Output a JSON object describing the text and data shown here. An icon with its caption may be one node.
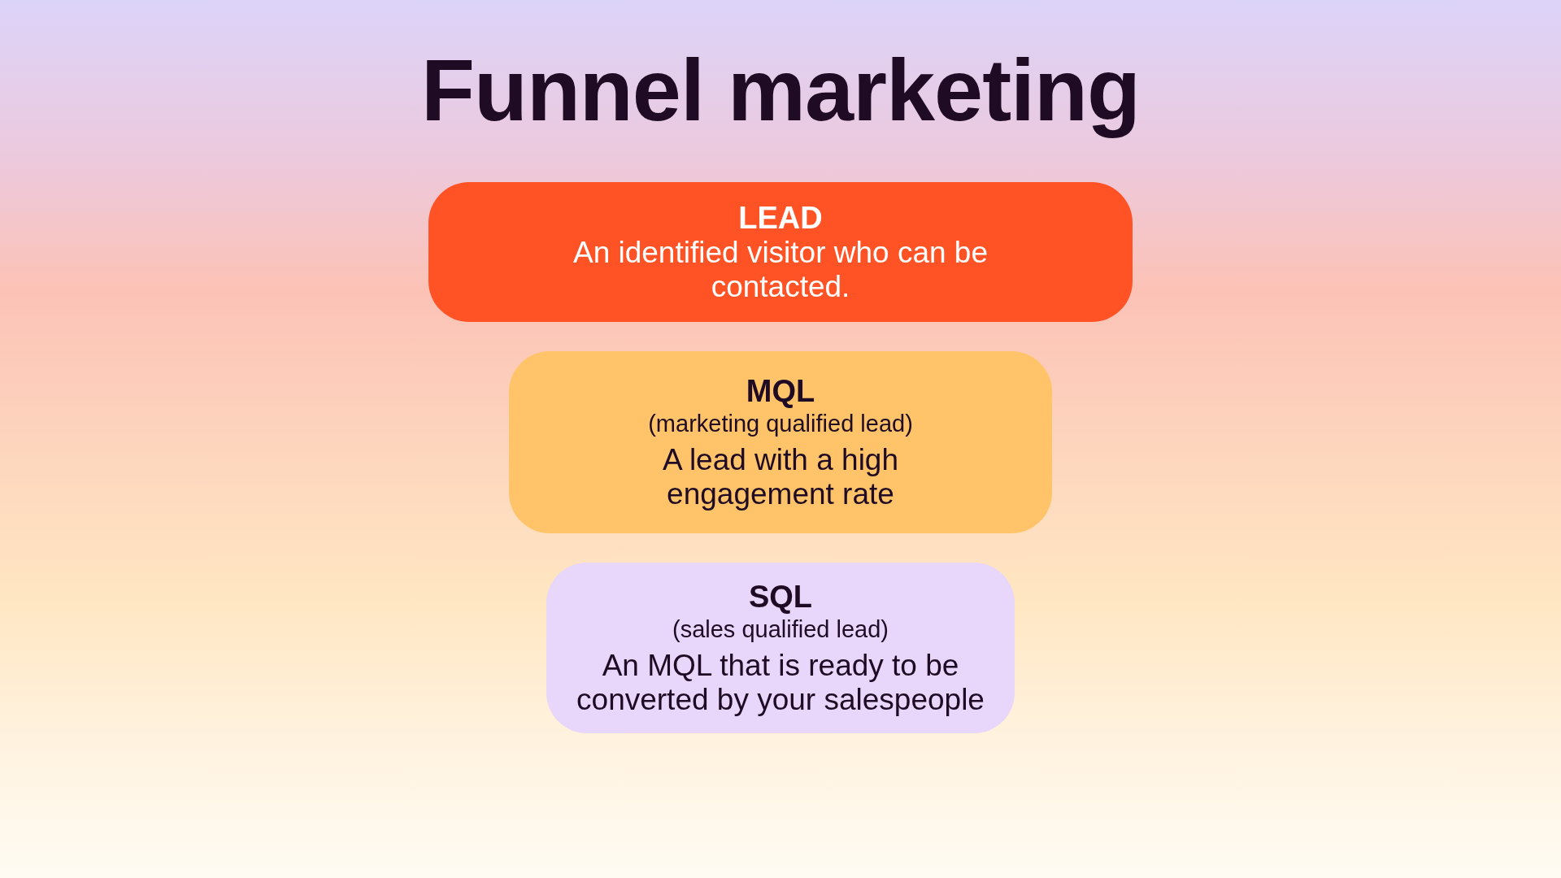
{
  "diagram": {
    "title": "Funnel marketing",
    "nodes": [
      {
        "text": [
          "LEAD",
          "An identified visitor who can be contacted."
        ]
      },
      {
        "text": [
          "MQL",
          "(marketing qualified lead)",
          "A lead with a high engagement rate"
        ]
      },
      {
        "text": [
          "SQL",
          "(sales qualified lead)",
          "An MQL that is ready to be converted by your salespeople"
        ]
      }
    ]
  }
}
